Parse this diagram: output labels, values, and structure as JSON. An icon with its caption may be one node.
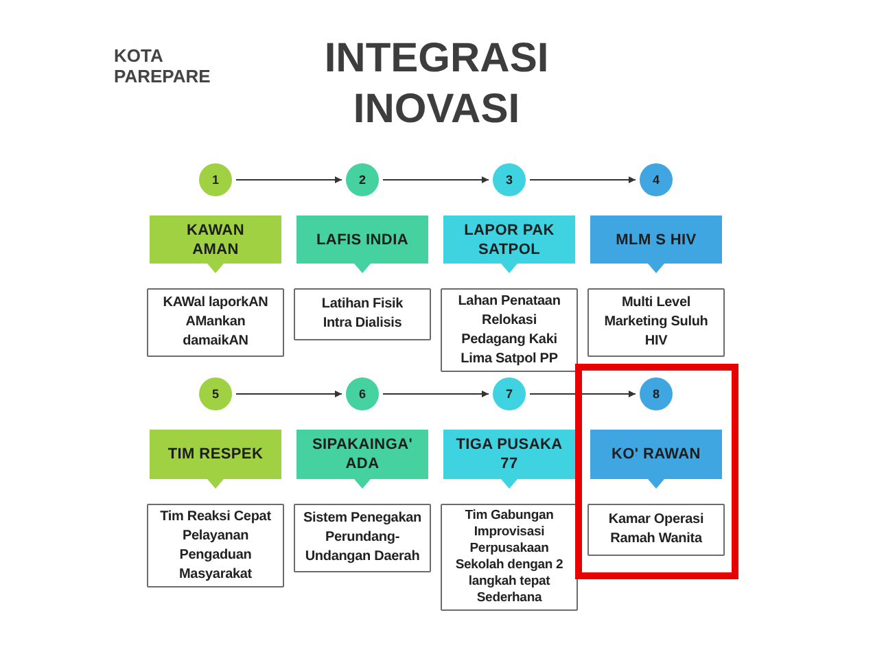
{
  "diagram": {
    "title": "INTEGRASI INOVASI",
    "nodes": [
      {
        "text": [
          "1"
        ]
      },
      {
        "text": [
          "KAWAN AMAN"
        ]
      },
      {
        "text": [
          "KAWal laporkAN AMankan damaikAN"
        ]
      },
      {
        "text": [
          "2"
        ]
      },
      {
        "text": [
          "LAFIS INDIA"
        ]
      },
      {
        "text": [
          "Latihan Fisik Intra Dialisis"
        ]
      },
      {
        "text": [
          "3"
        ]
      },
      {
        "text": [
          "LAPOR PAK SATPOL"
        ]
      },
      {
        "text": [
          "Lahan Penataan Relokasi Pedagang Kaki Lima Satpol PP"
        ]
      },
      {
        "text": [
          "4"
        ]
      },
      {
        "text": [
          "MLM S HIV"
        ]
      },
      {
        "text": [
          "Multi Level Marketing Suluh HIV"
        ]
      },
      {
        "text": [
          "5"
        ]
      },
      {
        "text": [
          "TIM RESPEK"
        ]
      },
      {
        "text": [
          "Tim Reaksi Cepat Pelayanan Pengaduan Masyarakat"
        ]
      },
      {
        "text": [
          "6"
        ]
      },
      {
        "text": [
          "SIPAKAINGA' ADA"
        ]
      },
      {
        "text": [
          "Sistem Penegakan Perundang-Undangan Daerah"
        ]
      },
      {
        "text": [
          "7"
        ]
      },
      {
        "text": [
          "TIGA PUSAKA 77"
        ]
      },
      {
        "text": [
          "Tim Gabungan Improvisasi Perpusakaan Sekolah dengan 2 langkah tepat Sederhana"
        ]
      },
      {
        "text": [],
        "shape": "box"
      },
      {
        "text": [
          "8"
        ],
        "in": 21
      },
      {
        "text": [
          "KO' RAWAN"
        ],
        "in": 21
      },
      {
        "text": [
          "Kamar Operasi Ramah Wanita"
        ],
        "in": 21
      }
    ],
    "edges": [
      {
        "from": 0,
        "to": 3,
        "arrow": "to"
      },
      {
        "from": 3,
        "to": 6,
        "arrow": "to"
      },
      {
        "from": 6,
        "to": 9,
        "arrow": "to"
      },
      {
        "from": 12,
        "to": 15,
        "arrow": "to"
      },
      {
        "from": 15,
        "to": 18,
        "arrow": "to"
      },
      {
        "from": 18,
        "to": 22,
        "arrow": "to"
      }
    ],
    "labels": [
      "KOTA PAREPARE"
    ]
  }
}
